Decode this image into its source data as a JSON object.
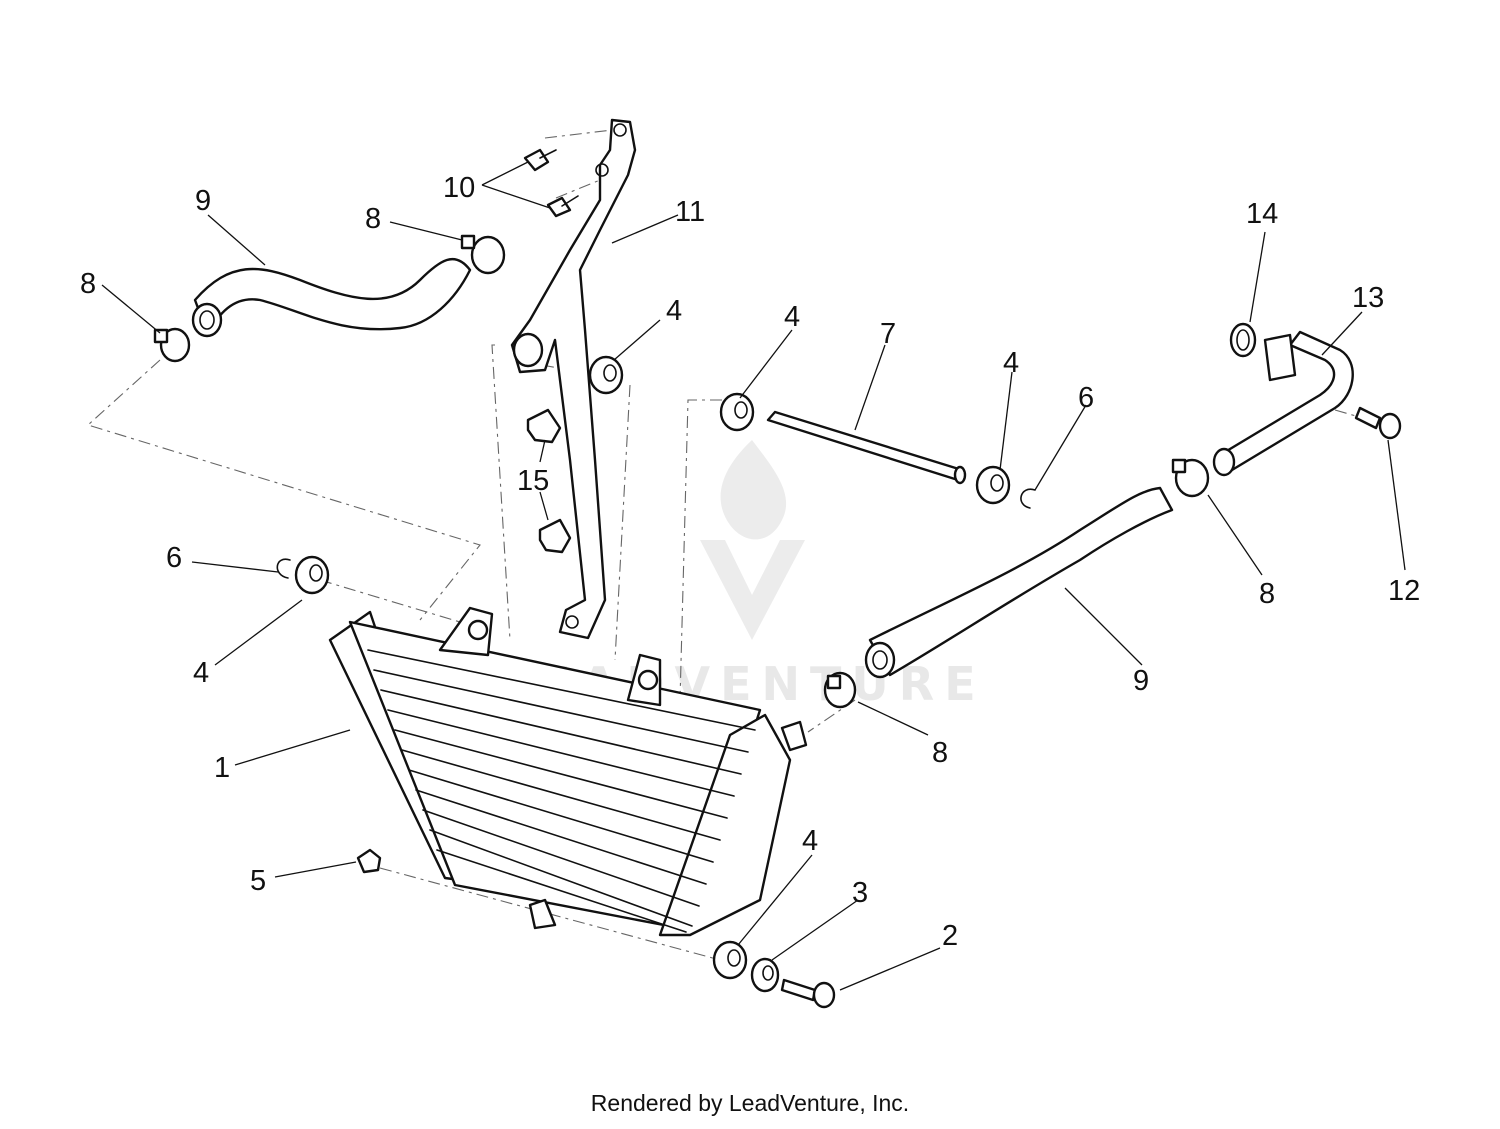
{
  "diagram": {
    "callouts": [
      "1",
      "2",
      "3",
      "4",
      "5",
      "6",
      "7",
      "8",
      "9",
      "10",
      "11",
      "12",
      "13",
      "14",
      "15"
    ],
    "watermark": "LEADVENTURE"
  },
  "footer": {
    "credit": "Rendered by LeadVenture, Inc."
  }
}
